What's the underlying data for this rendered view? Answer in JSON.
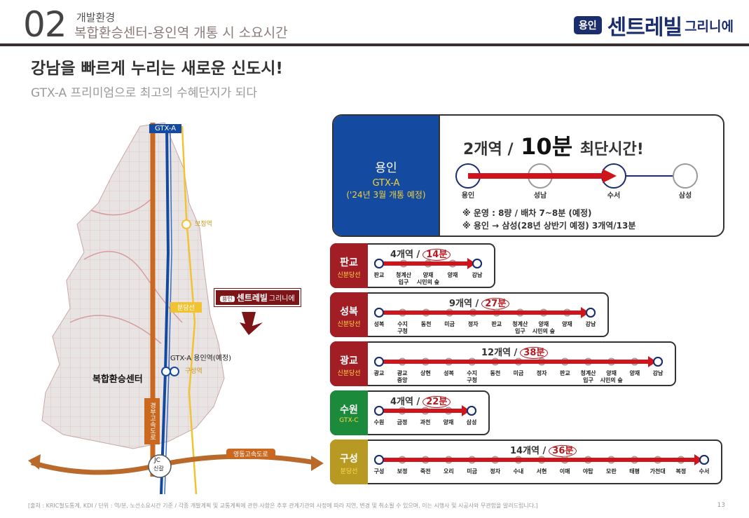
{
  "header": {
    "number": "02",
    "section": "개발환경",
    "subtitle": "복합환승센터-용인역 개통 시 소요시간",
    "logo_badge": "용인",
    "logo_main": "센트레빌",
    "logo_tail": "그리니에"
  },
  "headline": "강남을 빠르게 누리는 새로운 신도시!",
  "subline": "GTX-A 프리미엄으로 최고의 수혜단지가 되다",
  "map": {
    "gtx_label": "GTX-A",
    "bojeong": "보정역",
    "bundang_line": "분당선",
    "station_label": "GTX-A 용인역(예정)",
    "guseong": "구성역",
    "transfer_center": "복합환승센터",
    "expressway_vertical": "경부고속도로",
    "expressway": "영동고속도로",
    "jc_top": "JC",
    "jc_bottom": "신갈",
    "pin_badge": "용인",
    "pin_main": "센트레빌",
    "pin_tail": "그리니에"
  },
  "hero": {
    "city": "용인",
    "line": "GTX-A",
    "open": "('24년 3월 개통 예정)",
    "title_pre": "2개역 /",
    "title_min": "10분",
    "title_post": "최단시간!",
    "stations": [
      "용인",
      "성남",
      "수서",
      "삼성"
    ],
    "note1": "※ 운영 : 8량 / 배차 7~8분 (예정)",
    "note2": "※ 용인 → 삼성(28년 상반기 예정) 3개역/13분"
  },
  "routes": [
    {
      "city": "판교",
      "line": "신분당선",
      "count": "4개역 /",
      "minutes": "14분",
      "stations": [
        [
          "판교"
        ],
        [
          "청계산",
          "입구"
        ],
        [
          "양재",
          "시민의 숲"
        ],
        [
          "양재"
        ],
        [
          "강남"
        ]
      ]
    },
    {
      "city": "성복",
      "line": "신분당선",
      "count": "9개역 /",
      "minutes": "27분",
      "stations": [
        [
          "성복"
        ],
        [
          "수지",
          "구청"
        ],
        [
          "동천"
        ],
        [
          "미금"
        ],
        [
          "정자"
        ],
        [
          "판교"
        ],
        [
          "청계산",
          "입구"
        ],
        [
          "양재",
          "시민의 숲"
        ],
        [
          "양재"
        ],
        [
          "강남"
        ]
      ]
    },
    {
      "city": "광교",
      "line": "신분당선",
      "count": "12개역 /",
      "minutes": "38분",
      "stations": [
        [
          "광교"
        ],
        [
          "광교",
          "중앙"
        ],
        [
          "상현"
        ],
        [
          "성복"
        ],
        [
          "수지",
          "구청"
        ],
        [
          "동천"
        ],
        [
          "미금"
        ],
        [
          "정자"
        ],
        [
          "판교"
        ],
        [
          "청계산",
          "입구"
        ],
        [
          "양재",
          "시민의 숲"
        ],
        [
          "양재"
        ],
        [
          "강남"
        ]
      ]
    },
    {
      "city": "수원",
      "line": "GTX-C",
      "count": "4개역 /",
      "minutes": "22분",
      "stations": [
        [
          "수원"
        ],
        [
          "금정"
        ],
        [
          "과천"
        ],
        [
          "양재"
        ],
        [
          "삼성"
        ]
      ]
    },
    {
      "city": "구성",
      "line": "분당선",
      "count": "14개역 /",
      "minutes": "36분",
      "stations": [
        [
          "구성"
        ],
        [
          "보정"
        ],
        [
          "죽전"
        ],
        [
          "오리"
        ],
        [
          "미금"
        ],
        [
          "정자"
        ],
        [
          "수내"
        ],
        [
          "서현"
        ],
        [
          "이매"
        ],
        [
          "야탑"
        ],
        [
          "모란"
        ],
        [
          "태평"
        ],
        [
          "가천대"
        ],
        [
          "복정"
        ],
        [
          "수서"
        ]
      ]
    }
  ],
  "footer": "[출처 : KRIC철도통계, KDI / 단위 : 역/분, 노선소요시간 기준 / 각종 개발계획 및 교통계획에 관한 사항은 추후 관계기관의 사정에 따라 지연, 변경 및 취소될 수 있으며, 이는 시행사 및 시공사와 무관함을 알려드립니다.]",
  "page": "13",
  "colors": {
    "navy": "#1a2d6e",
    "gtx_blue": "#144aa0",
    "arrow_red": "#d0141c",
    "sinbundang": "#a31d24",
    "gtxc": "#1b8a3a",
    "bundang": "#b89a22",
    "gold": "#f2d33a"
  }
}
